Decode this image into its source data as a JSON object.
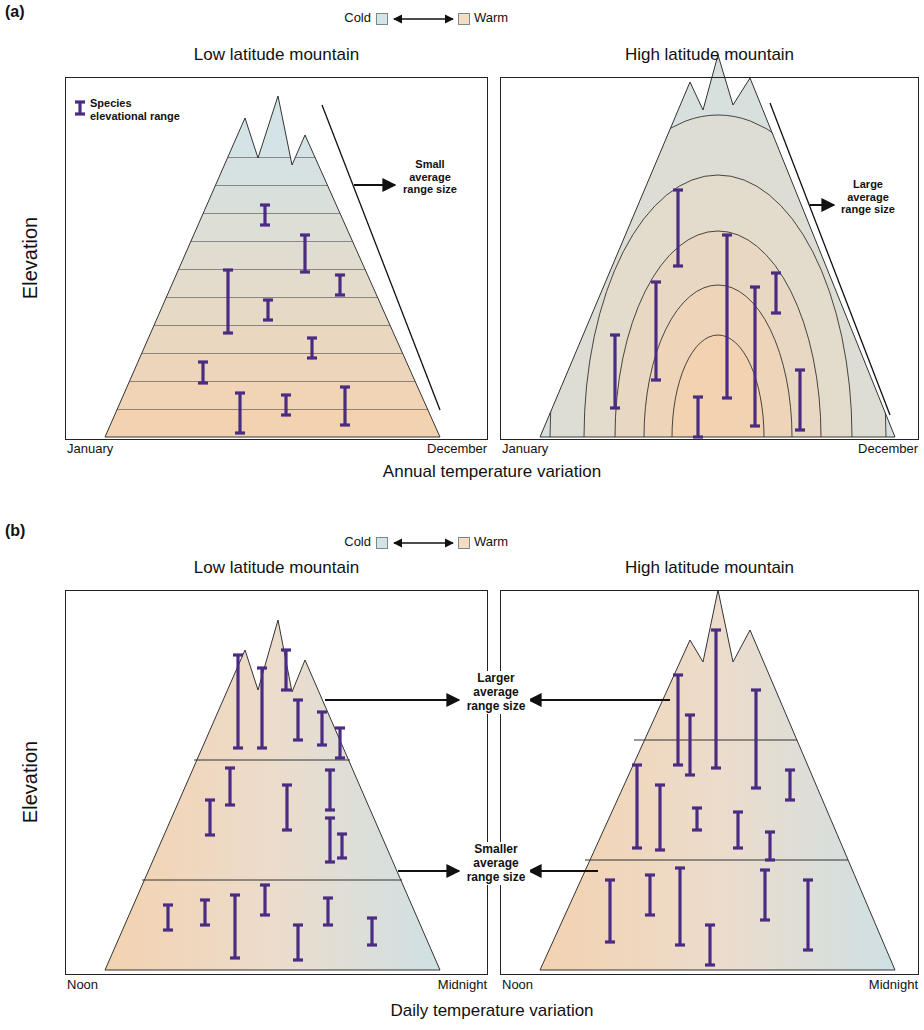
{
  "diagram": {
    "nodes": [
      {
        "text": [
          "Low latitude mountain"
        ]
      },
      {
        "text": [
          "High latitude mountain"
        ]
      },
      {
        "text": [
          "Low latitude mountain"
        ]
      },
      {
        "text": [
          "High latitude mountain"
        ]
      }
    ],
    "labels": [
      "(a)",
      "Small average range size",
      "Large average range size",
      "Elevation",
      "January",
      "December",
      "January",
      "December",
      "Annual temperature variation",
      "(b)",
      "Elevation",
      "Larger average range size",
      "Smaller average range size",
      "Noon",
      "Midnight",
      "Noon",
      "Midnight",
      "Daily temperature variation"
    ],
    "legend": [
      {
        "text": "Cold",
        "color": "#d4e3e5"
      },
      {
        "text": "Warm",
        "color": "#f5dcc3"
      },
      {
        "text": "Species elevational range"
      },
      {
        "text": "Cold",
        "color": "#d4e3e5"
      },
      {
        "text": "Warm",
        "color": "#f5dcc3"
      }
    ]
  }
}
